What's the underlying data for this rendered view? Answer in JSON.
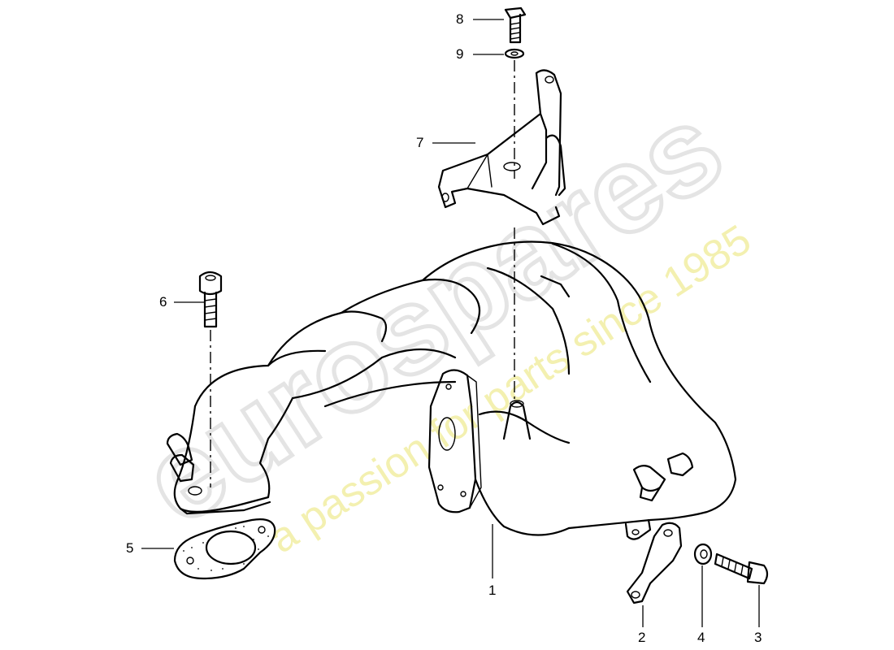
{
  "watermark": {
    "brand": "eurospares",
    "slogan": "a passion for parts since 1985",
    "brand_color": "#e6e6e6",
    "slogan_color": "#f2efa6"
  },
  "callouts": [
    {
      "id": "1",
      "label": "1"
    },
    {
      "id": "2",
      "label": "2"
    },
    {
      "id": "3",
      "label": "3"
    },
    {
      "id": "4",
      "label": "4"
    },
    {
      "id": "5",
      "label": "5"
    },
    {
      "id": "6",
      "label": "6"
    },
    {
      "id": "7",
      "label": "7"
    },
    {
      "id": "8",
      "label": "8"
    },
    {
      "id": "9",
      "label": "9"
    }
  ]
}
